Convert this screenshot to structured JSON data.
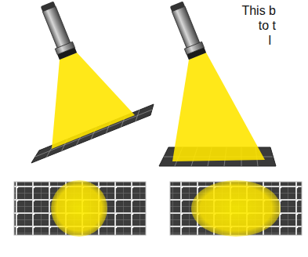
{
  "diagram": {
    "labels": [
      "This b",
      "to t",
      "l"
    ]
  }
}
